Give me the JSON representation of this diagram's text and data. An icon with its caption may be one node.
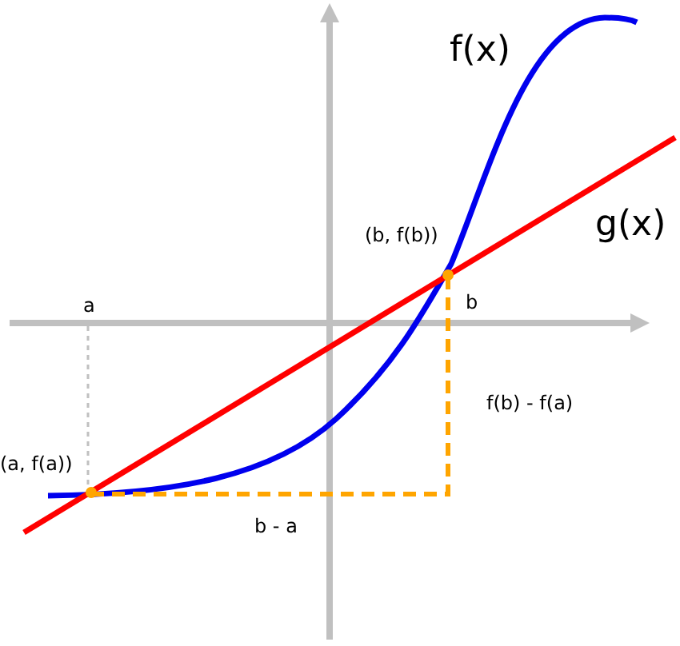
{
  "diagram": {
    "labels": [
      "f(x)",
      "g(x)",
      "(b, f(b))",
      "b",
      "a",
      "f(b) - f(a)",
      "(a, f(a))",
      "b - a"
    ]
  }
}
